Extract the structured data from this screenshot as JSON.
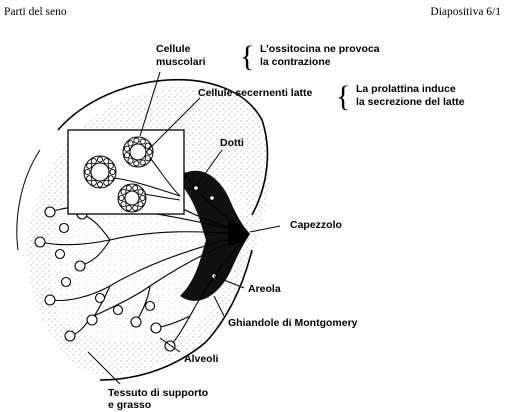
{
  "header": {
    "title": "Parti del seno",
    "slide": "Diapositiva 6/1"
  },
  "labels": {
    "muscle_cells_1": "Cellule",
    "muscle_cells_2": "muscolari",
    "oxytocin_1": "L’ossitocina ne provoca",
    "oxytocin_2": "la contrazione",
    "milk_cells": "Cellule secernenti latte",
    "prolactin_1": "La prolattina induce",
    "prolactin_2": "la secrezione del latte",
    "ducts": "Dotti",
    "nipple": "Capezzolo",
    "areola": "Areola",
    "montgomery": "Ghiandole di  Montgomery",
    "alveoli": "Alveoli",
    "tissue_1": "Tessuto di supporto",
    "tissue_2": "e grasso"
  }
}
